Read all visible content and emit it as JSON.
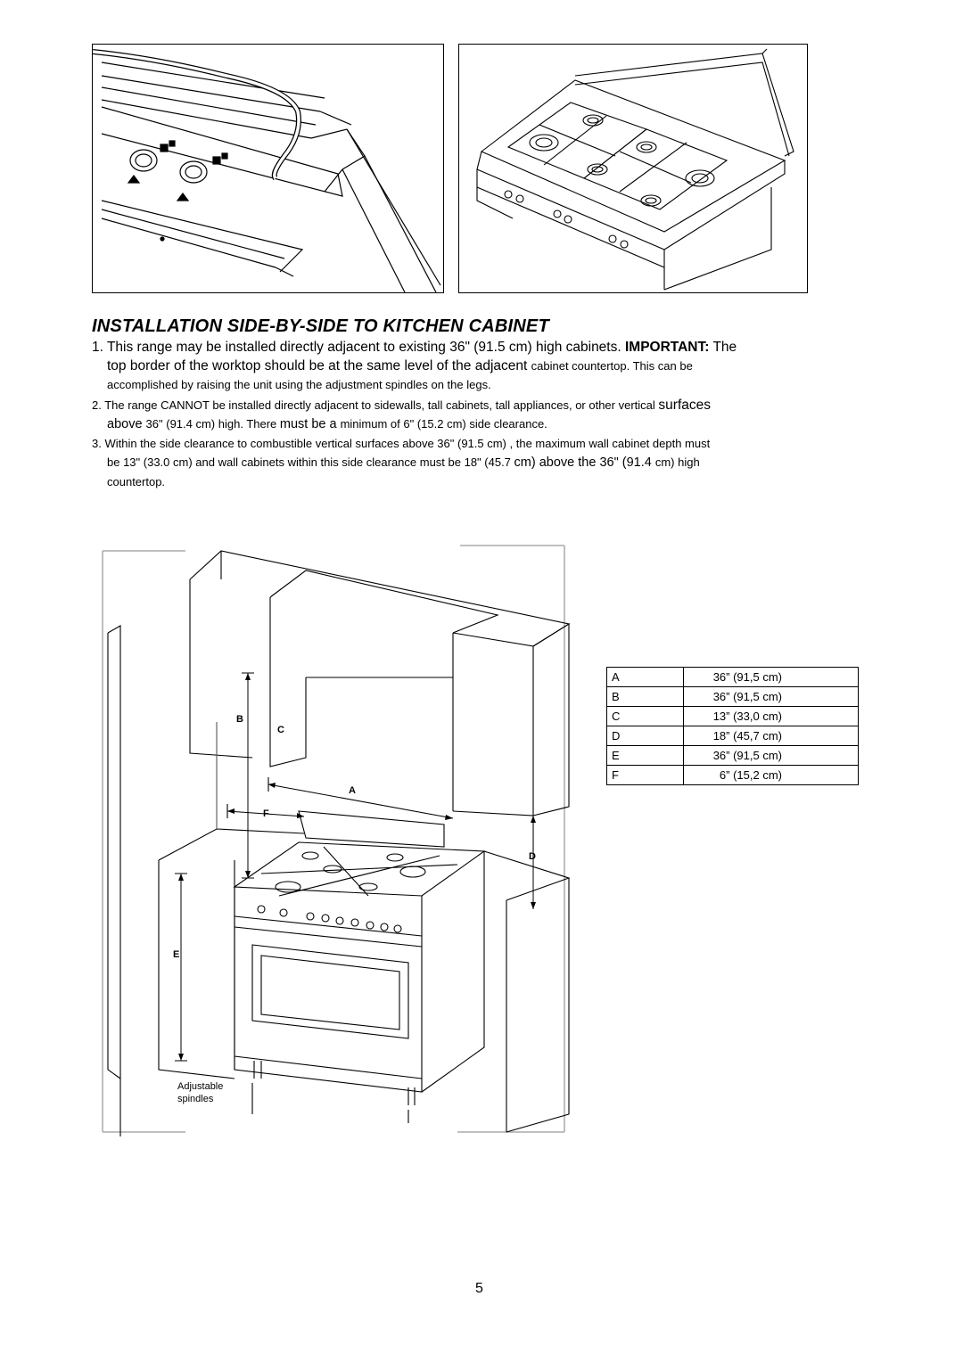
{
  "heading": "INSTALLATION SIDE-BY-SIDE TO KITCHEN CABINET",
  "paragraphs": {
    "p1": {
      "line1_a": "1. This range may be installed directly adjacent to existing 36\" (91.5 cm) high cabinets. ",
      "line1_bold": "IMPORTANT:",
      "line1_b": " The",
      "line2_a": "top border of the worktop should be at the same level of the adjacent ",
      "line2_b": "cabinet countertop. This can be",
      "line3": "accomplished by raising the unit using the adjustment spindles on the legs."
    },
    "p2": {
      "line1_a": "2. The range CANNOT be installed directly adjacent to sidewalls, tall cabinets, tall appliances, or other vertical ",
      "line1_b": "surfaces",
      "line2_a": "above ",
      "line2_b": "36\" (91.4 cm) high. There ",
      "line2_c": "must be a ",
      "line2_d": "minimum of 6\" (15.2 cm) side clearance."
    },
    "p3": {
      "line1": "3. Within the side clearance to combustible vertical surfaces above 36\" (91.5 cm) , the maximum wall cabinet depth must",
      "line2_a": "be 13\" (33.0 cm) and wall cabinets within this side clearance must be 18\" (45.7 ",
      "line2_b": "cm) above the 36\" (91.4 ",
      "line2_c": "cm) high",
      "line3": "countertop."
    }
  },
  "diagram_labels": {
    "a": "A",
    "b": "B",
    "c": "C",
    "d": "D",
    "e": "E",
    "f": "F",
    "spindles_line1": "Adjustable",
    "spindles_line2": "spindles"
  },
  "dimensions_table": [
    {
      "letter": "A",
      "value": "36” (91,5 cm)"
    },
    {
      "letter": "B",
      "value": "36” (91,5 cm)"
    },
    {
      "letter": "C",
      "value": "13” (33,0 cm)"
    },
    {
      "letter": "D",
      "value": "18” (45,7 cm)"
    },
    {
      "letter": "E",
      "value": "36” (91,5 cm)"
    },
    {
      "letter": "F",
      "value": "6” (15,2 cm)"
    }
  ],
  "page_number": "5"
}
